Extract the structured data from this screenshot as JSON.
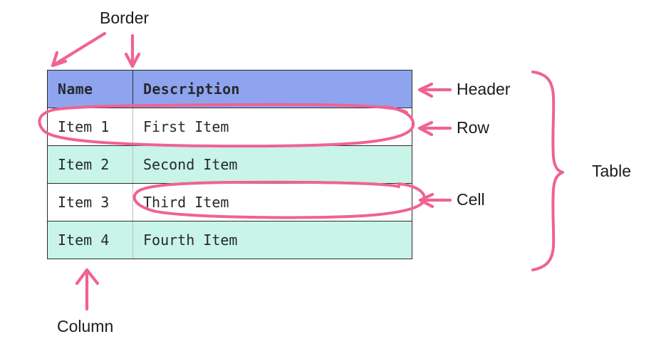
{
  "diagram": {
    "title": "Table anatomy diagram",
    "accent_color": "#f06292",
    "header_fill": "#8fa4ef",
    "alt_row_fill": "#c9f4e8",
    "plain_row_fill": "#ffffff",
    "border_color": "#2b2b2b",
    "text_color": "#26292e",
    "label_color": "#1c1c1c"
  },
  "table": {
    "columns": [
      {
        "key": "name",
        "label": "Name"
      },
      {
        "key": "description",
        "label": "Description"
      }
    ],
    "rows": [
      {
        "name": "Item 1",
        "description": "First Item",
        "shaded": false
      },
      {
        "name": "Item 2",
        "description": "Second Item",
        "shaded": true
      },
      {
        "name": "Item 3",
        "description": "Third Item",
        "shaded": false
      },
      {
        "name": "Item 4",
        "description": "Fourth Item",
        "shaded": true
      }
    ]
  },
  "annotations": {
    "border": "Border",
    "header": "Header",
    "row": "Row",
    "cell": "Cell",
    "table": "Table",
    "column": "Column"
  }
}
